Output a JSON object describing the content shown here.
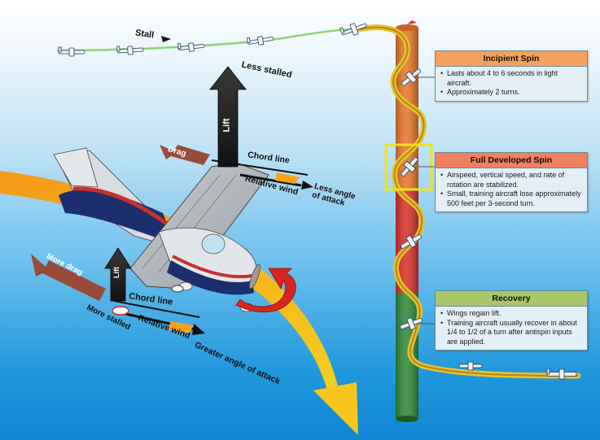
{
  "labels": {
    "stall": "Stall",
    "less_stalled": "Less stalled",
    "lift_upper": "Lift",
    "lift_lower": "Lift",
    "drag": "Drag",
    "more_drag": "More drag",
    "chord_line_upper": "Chord line",
    "relative_wind_upper": "Relative wind",
    "less_angle_of_attack": "Less angle\nof attack",
    "chord_line_lower": "Chord line",
    "relative_wind_lower": "Relative wind",
    "more_stalled": "More stalled",
    "greater_angle_of_attack": "Greater angle of attack"
  },
  "phases": [
    {
      "title": "Incipient Spin",
      "color": "#f5a25e",
      "bullets": [
        "Lasts about 4 to 6 seconds in light aircraft.",
        "Approximately 2 turns."
      ]
    },
    {
      "title": "Full Developed Spin",
      "color": "#f08060",
      "bullets": [
        "Airspeed, vertical speed, and rate of rotation are stabilized.",
        "Small, training aircraft lose approximately 500 feet per 3-second turn."
      ]
    },
    {
      "title": "Recovery",
      "color": "#a9c76a",
      "bullets": [
        "Wings regain lift.",
        "Training aircraft usually recover in about 1/4 to 1/2 of a turn after antispin inputs are applied."
      ]
    }
  ],
  "colors": {
    "column_top": "#e8782a",
    "column_middle": "#d8312a",
    "column_bottom": "#2f8a3a",
    "spiral": "#e8c22a",
    "highlight": "#f0e020"
  }
}
